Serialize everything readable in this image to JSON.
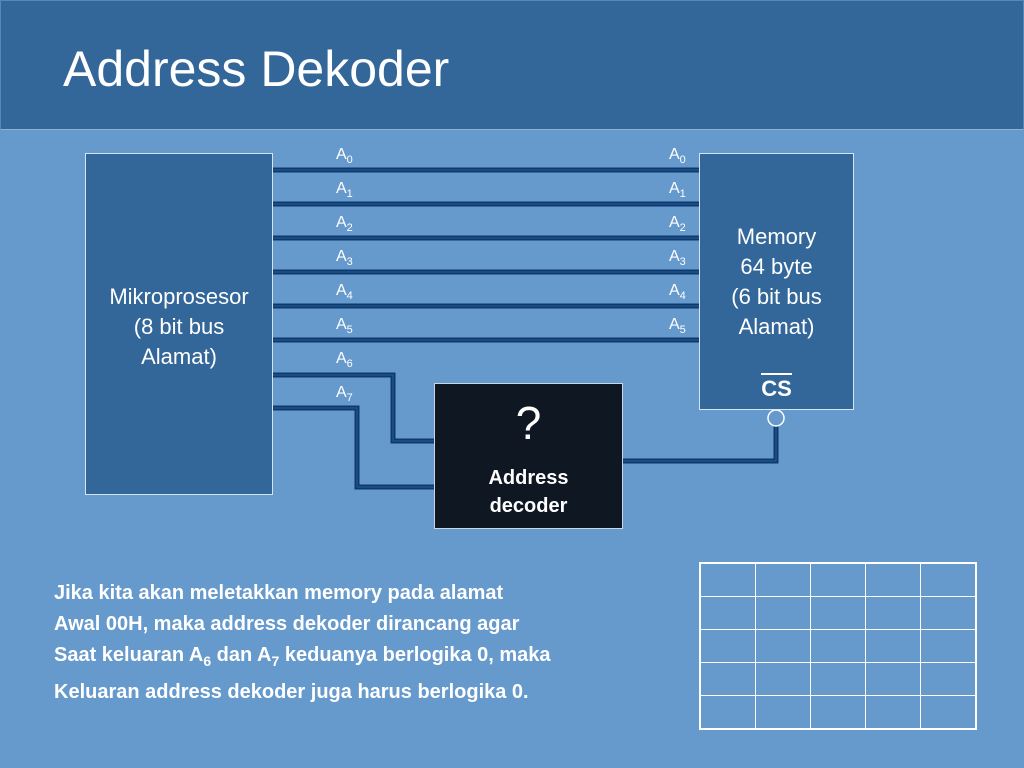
{
  "slide": {
    "title": "Address Dekoder"
  },
  "processor": {
    "line1": "Mikroprosesor",
    "line2": "(8 bit bus",
    "line3": "Alamat)"
  },
  "memory": {
    "line1": "Memory",
    "line2": "64 byte",
    "line3": "(6 bit bus",
    "line4": "Alamat)",
    "cs_label": "CS"
  },
  "decoder": {
    "symbol": "?",
    "line1": "Address",
    "line2": "decoder"
  },
  "cpu_address_lines": [
    {
      "letter": "A",
      "index": "0"
    },
    {
      "letter": "A",
      "index": "1"
    },
    {
      "letter": "A",
      "index": "2"
    },
    {
      "letter": "A",
      "index": "3"
    },
    {
      "letter": "A",
      "index": "4"
    },
    {
      "letter": "A",
      "index": "5"
    },
    {
      "letter": "A",
      "index": "6"
    },
    {
      "letter": "A",
      "index": "7"
    }
  ],
  "memory_address_lines": [
    {
      "letter": "A",
      "index": "0"
    },
    {
      "letter": "A",
      "index": "1"
    },
    {
      "letter": "A",
      "index": "2"
    },
    {
      "letter": "A",
      "index": "3"
    },
    {
      "letter": "A",
      "index": "4"
    },
    {
      "letter": "A",
      "index": "5"
    }
  ],
  "note": {
    "line1": "Jika kita akan meletakkan memory pada alamat",
    "line2": "Awal 00H, maka address dekoder dirancang agar",
    "line3_a": "Saat keluaran A",
    "line3_sub1": "6",
    "line3_b": " dan A",
    "line3_sub2": "7",
    "line3_c": " keduanya berlogika 0, maka",
    "line4": "Keluaran address dekoder juga harus berlogika 0."
  },
  "colors": {
    "background": "#6699cc",
    "title_bar": "#336699",
    "box_fill": "#336699",
    "decoder_fill": "#0f1722",
    "wire": "#0d3a6e",
    "text": "#ffffff"
  }
}
